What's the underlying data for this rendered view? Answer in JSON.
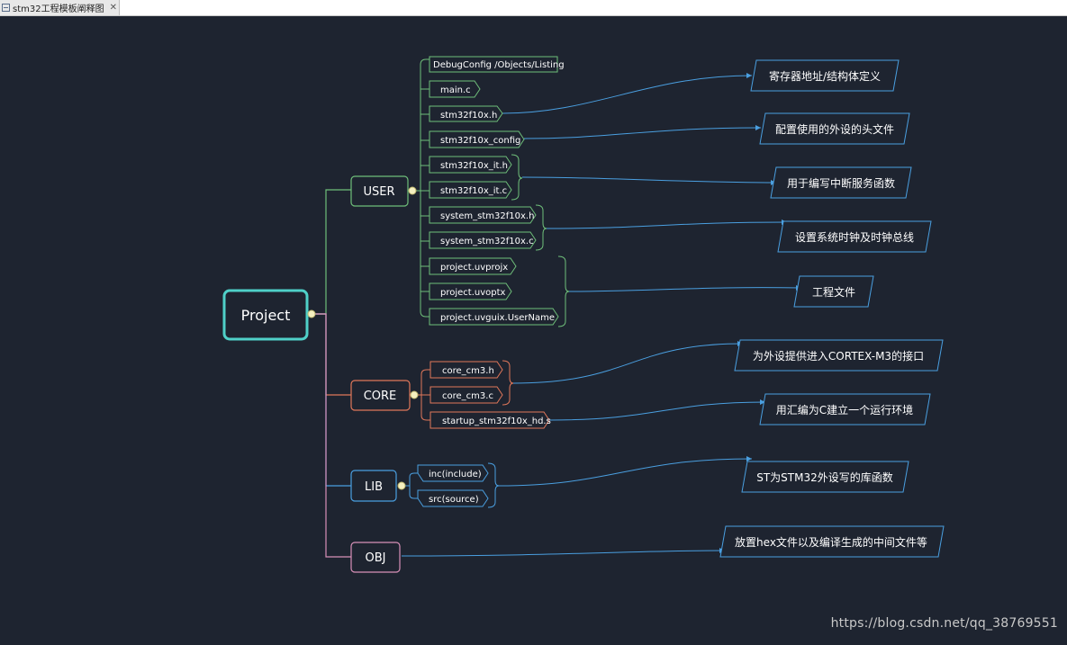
{
  "tab": {
    "title": "stm32工程模板阐释图",
    "close": "✕",
    "icon": "mindmap-icon"
  },
  "colors": {
    "background": "#1e2430",
    "root": "#4fd0c8",
    "user": "#6fbf7a",
    "core": "#e0775a",
    "lib": "#4a9fe0",
    "obj": "#d890b8",
    "note": "#4a9fe0"
  },
  "root": {
    "label": "Project"
  },
  "branches": {
    "user": {
      "label": "USER",
      "children": [
        "DebugConfig /Objects/Listing",
        "main.c",
        "stm32f10x.h",
        "stm32f10x_config",
        "stm32f10x_it.h",
        "stm32f10x_it.c",
        "system_stm32f10x.h",
        "system_stm32f10x.c",
        "project.uvprojx",
        "project.uvoptx",
        "project.uvguix.UserName"
      ]
    },
    "core": {
      "label": "CORE",
      "children": [
        "core_cm3.h",
        "core_cm3.c",
        "startup_stm32f10x_hd.s"
      ]
    },
    "lib": {
      "label": "LIB",
      "children": [
        "inc(include)",
        "src(source)"
      ]
    },
    "obj": {
      "label": "OBJ"
    }
  },
  "notes": [
    "寄存器地址/结构体定义",
    "配置使用的外设的头文件",
    "用于编写中断服务函数",
    "设置系统时钟及时钟总线",
    "工程文件",
    "为外设提供进入CORTEX-M3的接口",
    "用汇编为C建立一个运行环境",
    "ST为STM32外设写的库函数",
    "放置hex文件以及编译生成的中间文件等"
  ],
  "watermark": "https://blog.csdn.net/qq_38769551"
}
